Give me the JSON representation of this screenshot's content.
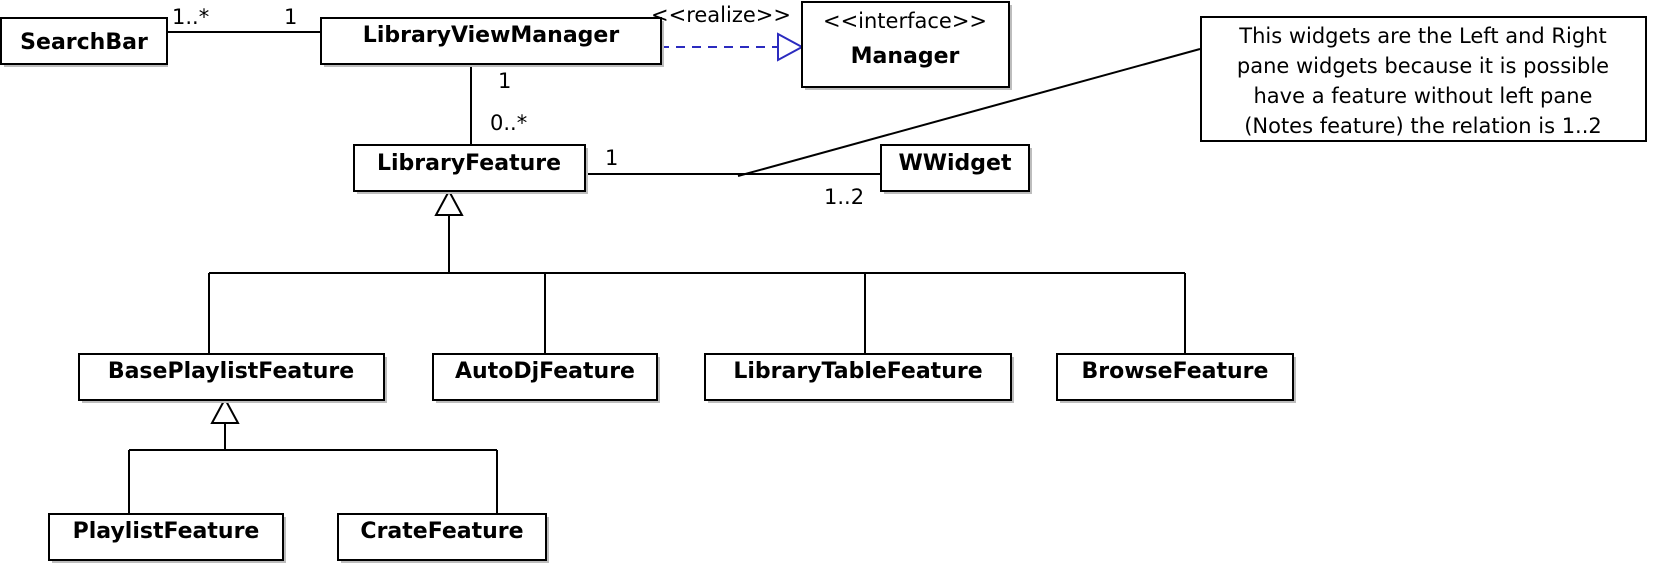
{
  "classes": {
    "search_bar": "SearchBar",
    "library_view_manager": "LibraryViewManager",
    "manager_stereotype": "<<interface>>",
    "manager": "Manager",
    "library_feature": "LibraryFeature",
    "wwidget": "WWidget",
    "base_playlist_feature": "BasePlaylistFeature",
    "autodj_feature": "AutoDjFeature",
    "library_table_feature": "LibraryTableFeature",
    "browse_feature": "BrowseFeature",
    "playlist_feature": "PlaylistFeature",
    "crate_feature": "CrateFeature"
  },
  "multiplicities": {
    "searchbar_end": "1..*",
    "lvm_end_left": "1",
    "lvm_end_down": "1",
    "feature_end_up": "0..*",
    "feature_end_right": "1",
    "wwidget_end": "1..2"
  },
  "stereotypes": {
    "realize": "<<realize>>"
  },
  "note": {
    "lines": [
      "This widgets are the Left and Right",
      "pane widgets because it is possible",
      "have a feature without left pane",
      "(Notes feature) the relation is 1..2"
    ]
  },
  "colors": {
    "realization": "#2b2bbf",
    "box_shadow": "#bdbdbd"
  }
}
